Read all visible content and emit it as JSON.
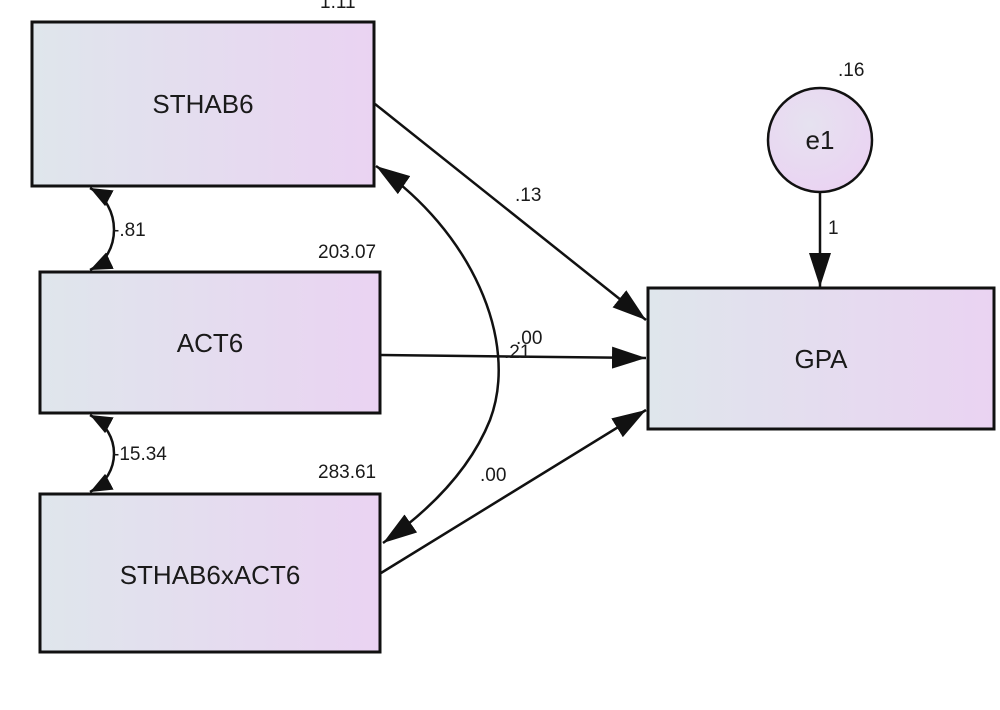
{
  "diagram": {
    "type": "path-diagram",
    "nodes": [
      {
        "id": "STHAB6",
        "label": "STHAB6",
        "kind": "observed",
        "variance": "1.11"
      },
      {
        "id": "ACT6",
        "label": "ACT6",
        "kind": "observed",
        "variance": "203.07"
      },
      {
        "id": "STHAB6xACT6",
        "label": "STHAB6xACT6",
        "kind": "observed",
        "variance": "283.61"
      },
      {
        "id": "GPA",
        "label": "GPA",
        "kind": "observed"
      },
      {
        "id": "e1",
        "label": "e1",
        "kind": "error",
        "variance": ".16"
      }
    ],
    "paths": [
      {
        "from": "STHAB6",
        "to": "GPA",
        "coefficient": ".13"
      },
      {
        "from": "ACT6",
        "to": "GPA",
        "coefficient": ".00"
      },
      {
        "from": "STHAB6xACT6",
        "to": "GPA",
        "coefficient": ".00"
      },
      {
        "from": "e1",
        "to": "GPA",
        "coefficient": "1"
      }
    ],
    "covariances": [
      {
        "between": [
          "STHAB6",
          "ACT6"
        ],
        "value": "-.81"
      },
      {
        "between": [
          "ACT6",
          "STHAB6xACT6"
        ],
        "value": "-15.34"
      },
      {
        "between": [
          "STHAB6",
          "STHAB6xACT6"
        ],
        "value": ".21"
      }
    ],
    "colors": {
      "box_gradient_start": "#dfe6ec",
      "box_gradient_end": "#ead3f2",
      "stroke": "#111111"
    }
  }
}
